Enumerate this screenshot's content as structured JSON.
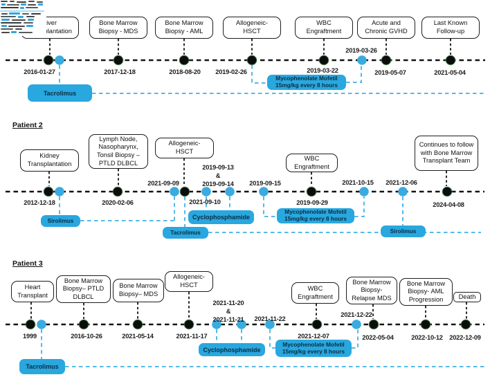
{
  "colors": {
    "med_blue": "#29a7df",
    "dot_blue": "#3aabdf",
    "dashed_blue": "#55b9e9",
    "timeline_black": "#131313"
  },
  "patients": [
    {
      "events": [
        {
          "label": "Liver Transplantation",
          "date": "2016-01-27"
        },
        {
          "label": "Bone Marrow Biopsy - MDS",
          "date": "2017-12-18"
        },
        {
          "label": "Bone Marrow Biopsy - AML",
          "date": "2018-08-20"
        },
        {
          "label": "Allogeneic-\nHSCT",
          "date": "2019-02-26"
        },
        {
          "label": "WBC\nEngraftment",
          "date": "2019-03-22"
        },
        {
          "date": "2019-03-26"
        },
        {
          "label": "Acute and Chronic GVHD",
          "date": "2019-05-07"
        },
        {
          "label": "Last Known Follow-up",
          "date": "2021-05-04"
        }
      ],
      "medications": [
        {
          "name": "Tacrolimus"
        },
        {
          "name": "Mycophenolate Mofetil",
          "dose": "15mg/kg every 8 hours"
        }
      ]
    },
    {
      "label": "Patient 2",
      "events": [
        {
          "label": "Kidney Transplantation",
          "date": "2012-12-18"
        },
        {
          "label": "Lymph Node, Nasopharynx, Tonsil Biopsy – PTLD DLBCL",
          "date": "2020-02-06"
        },
        {
          "date": "2021-09-09"
        },
        {
          "label": "Allogeneic-\nHSCT",
          "date": "2021-09-10"
        },
        {
          "dates_stacked": [
            "2019-09-13",
            "&",
            "2019-09-14"
          ]
        },
        {
          "date": "2019-09-15"
        },
        {
          "label": "WBC\nEngraftment",
          "date": "2019-09-29"
        },
        {
          "date": "2021-10-15"
        },
        {
          "date": "2021-12-06"
        },
        {
          "label": "Continues to follow with Bone Marrow Transplant Team",
          "date": "2024-04-08"
        }
      ],
      "medications": [
        {
          "name": "Sirolimus"
        },
        {
          "name": "Cyclophosphamide"
        },
        {
          "name": "Tacrolimus"
        },
        {
          "name": "Mycophenolate Mofetil",
          "dose": "15mg/kg every 8 hours"
        },
        {
          "name": "Sirolimus"
        }
      ]
    },
    {
      "label": "Patient 3",
      "events": [
        {
          "label": "Heart Transplant",
          "date": "1999"
        },
        {
          "label": "Bone Marrow Biopsy– PTLD DLBCL",
          "date": "2016-10-26"
        },
        {
          "label": "Bone Marrow Biopsy– MDS",
          "date": "2021-05-14"
        },
        {
          "label": "Allogeneic-\nHSCT",
          "date": "2021-11-17"
        },
        {
          "dates_stacked": [
            "2021-11-20",
            "&",
            "2021-11-21"
          ]
        },
        {
          "date": "2021-11-22"
        },
        {
          "label": "WBC\nEngraftment",
          "date": "2021-12-07"
        },
        {
          "date": "2021-12-22"
        },
        {
          "label": "Bone Marrow Biopsy- Relapse MDS",
          "date": "2022-05-04"
        },
        {
          "label": "Bone Marrow Biopsy- AML Progression",
          "date": "2022-10-12"
        },
        {
          "label": "Death",
          "date": "2022-12-09"
        }
      ],
      "medications": [
        {
          "name": "Tacrolimus"
        },
        {
          "name": "Cyclophosphamide"
        },
        {
          "name": "Mycophenolate Mofetil",
          "dose": "15mg/kg every 8 hours"
        }
      ]
    }
  ]
}
